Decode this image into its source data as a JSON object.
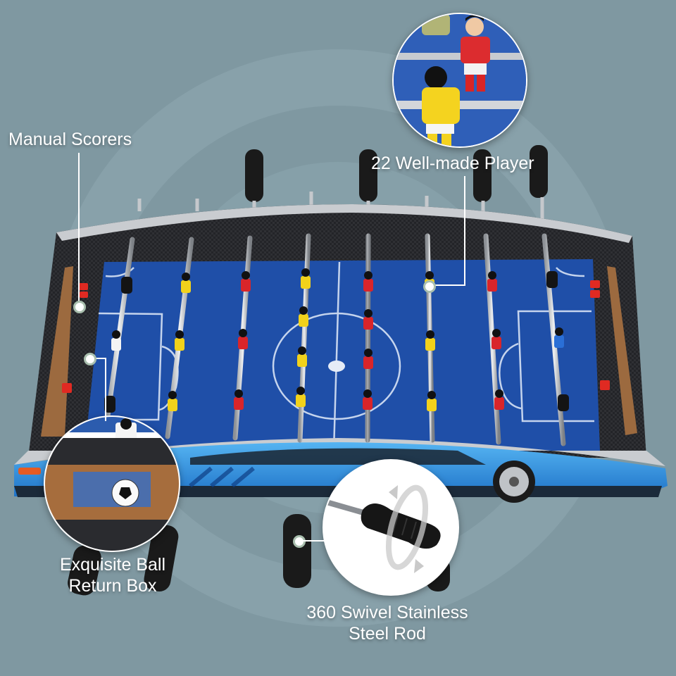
{
  "product": {
    "type": "foosball table",
    "side_graphic": "blue sports car",
    "field_color": "#1f4fa8",
    "frame_color": "#1e1e22",
    "rail_color": "#c9ccd0",
    "background_color": "#7f98a1"
  },
  "callouts": [
    {
      "id": "manual-scorers",
      "text": "Manual Scorers"
    },
    {
      "id": "players",
      "text": "22 Well-made Player"
    },
    {
      "id": "ball-return",
      "line1": "Exquisite Ball",
      "line2": "Return Box"
    },
    {
      "id": "swivel-rod",
      "line1": "360 Swivel Stainless",
      "line2": "Steel Rod"
    }
  ],
  "team_colors": {
    "team_a": "#f2d21b",
    "team_b": "#d9252a",
    "goalie_a": "#f4f4f4",
    "goalie_b": "#2a6fd6"
  }
}
